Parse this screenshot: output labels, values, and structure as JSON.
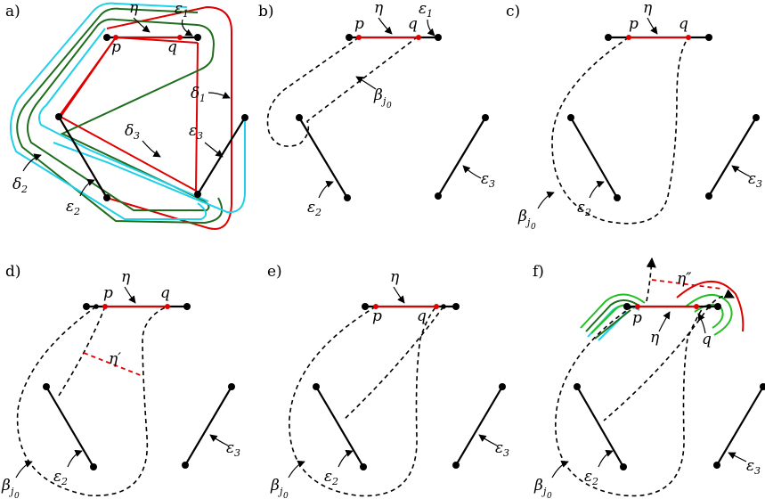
{
  "panels": {
    "a": "a)",
    "b": "b)",
    "c": "c)",
    "d": "d)",
    "e": "e)",
    "f": "f)"
  },
  "symbols": {
    "eta": "η",
    "eta_prime": "η′",
    "eta_double_prime": "η″",
    "p": "p",
    "q": "q",
    "epsilon": "ε",
    "delta": "δ",
    "beta": "β",
    "sub_1": "1",
    "sub_2": "2",
    "sub_3": "3",
    "sub_j0": "j",
    "sub_0": "0"
  },
  "colors": {
    "segment": "#000000",
    "eta": "#e00000",
    "delta_1": "#e00000",
    "delta_2": "#1e6e1e",
    "delta_3": "#1fd0e8",
    "light_green": "#22c022"
  }
}
